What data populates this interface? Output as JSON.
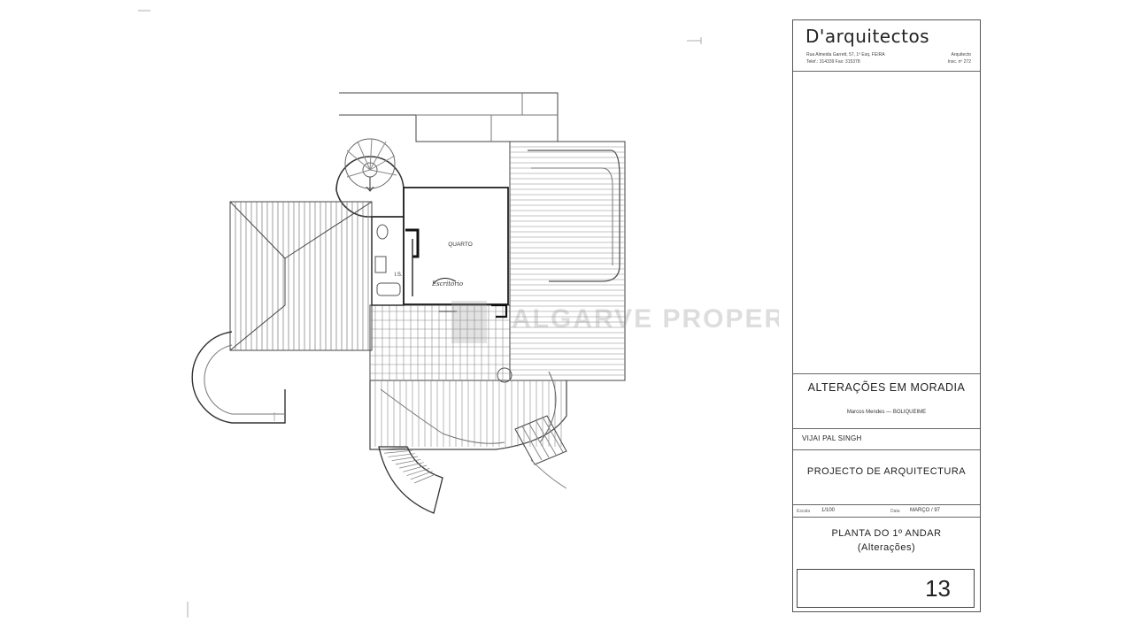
{
  "plan": {
    "room_label": "QUARTO",
    "wc_label": "I.S.",
    "handwritten_note": "Escritório",
    "watermark": "ALGARVE PROPERTY"
  },
  "title_block": {
    "firm": {
      "name": "D'arquitectos",
      "address": "Rua Almeida Garrett, 57, 1º Esq. FEIRA",
      "phone": "Telef.: 314339  Fax: 315378",
      "role": "Arquitecto",
      "registration": "Insc. nº 272"
    },
    "project": {
      "title": "ALTERAÇÕES EM MORADIA",
      "owner_location": "Marcos Mendes — BOLIQUEIME"
    },
    "client": "VIJAI PAL SINGH",
    "document_type": "PROJECTO DE ARQUITECTURA",
    "scale_label": "Escala",
    "scale_value": "1/100",
    "date_label": "Data",
    "date_value": "MARÇO / 97",
    "sheet_title": "PLANTA DO 1º ANDAR",
    "sheet_subtitle": "(Alterações)",
    "sheet_number": "13"
  }
}
